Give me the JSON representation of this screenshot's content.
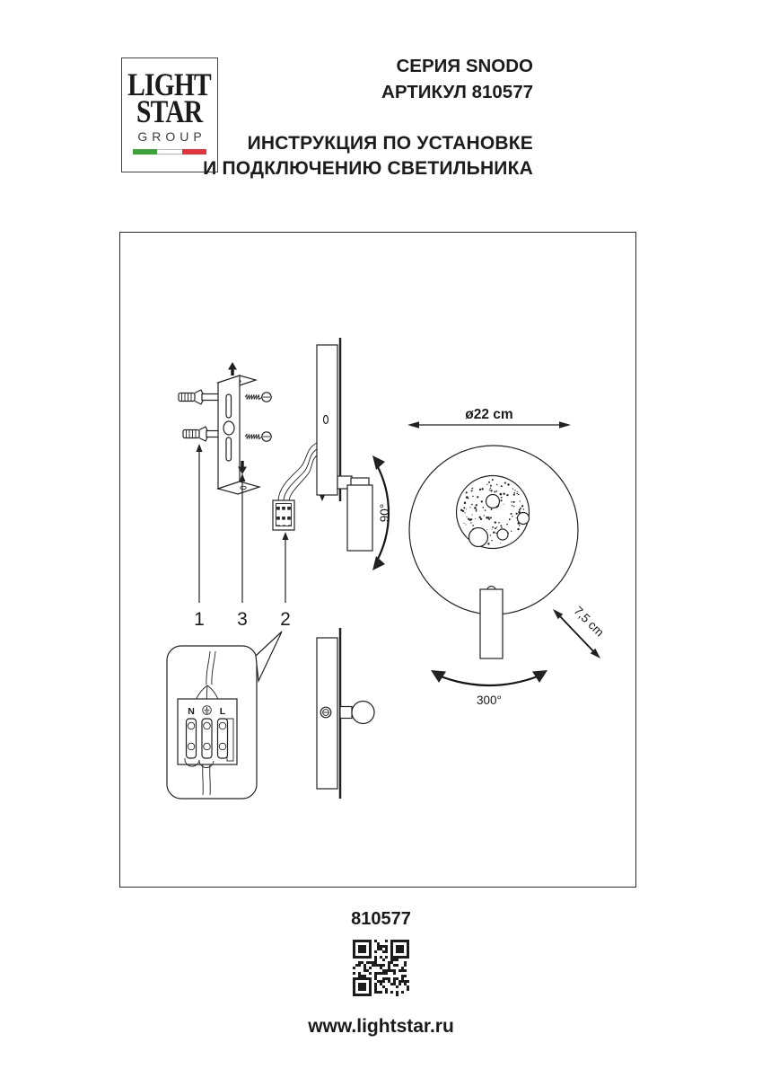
{
  "header": {
    "logo": {
      "light": "LIGHT",
      "star": "STAR",
      "group": "GROUP"
    },
    "series": "СЕРИЯ SNODO",
    "article": "АРТИКУЛ 810577",
    "title1": "ИНСТРУКЦИЯ ПО УСТАНОВКЕ",
    "title2": "И ПОДКЛЮЧЕНИЮ СВЕТИЛЬНИКА"
  },
  "diagram": {
    "part1": "1",
    "part2": "2",
    "part3": "3",
    "diameter": "ø22 cm",
    "depth": "7,5 cm",
    "swivel": "90°",
    "rotation": "300°",
    "terminal_n": "N",
    "terminal_l": "L"
  },
  "footer": {
    "article": "810577",
    "site": "www.lightstar.ru"
  },
  "icons": {
    "qr": "qr-code",
    "earth": "earth-ground-symbol"
  },
  "colors": {
    "flag_green": "#3FA33C",
    "flag_red": "#E0353C",
    "ink": "#1F1F1F"
  }
}
